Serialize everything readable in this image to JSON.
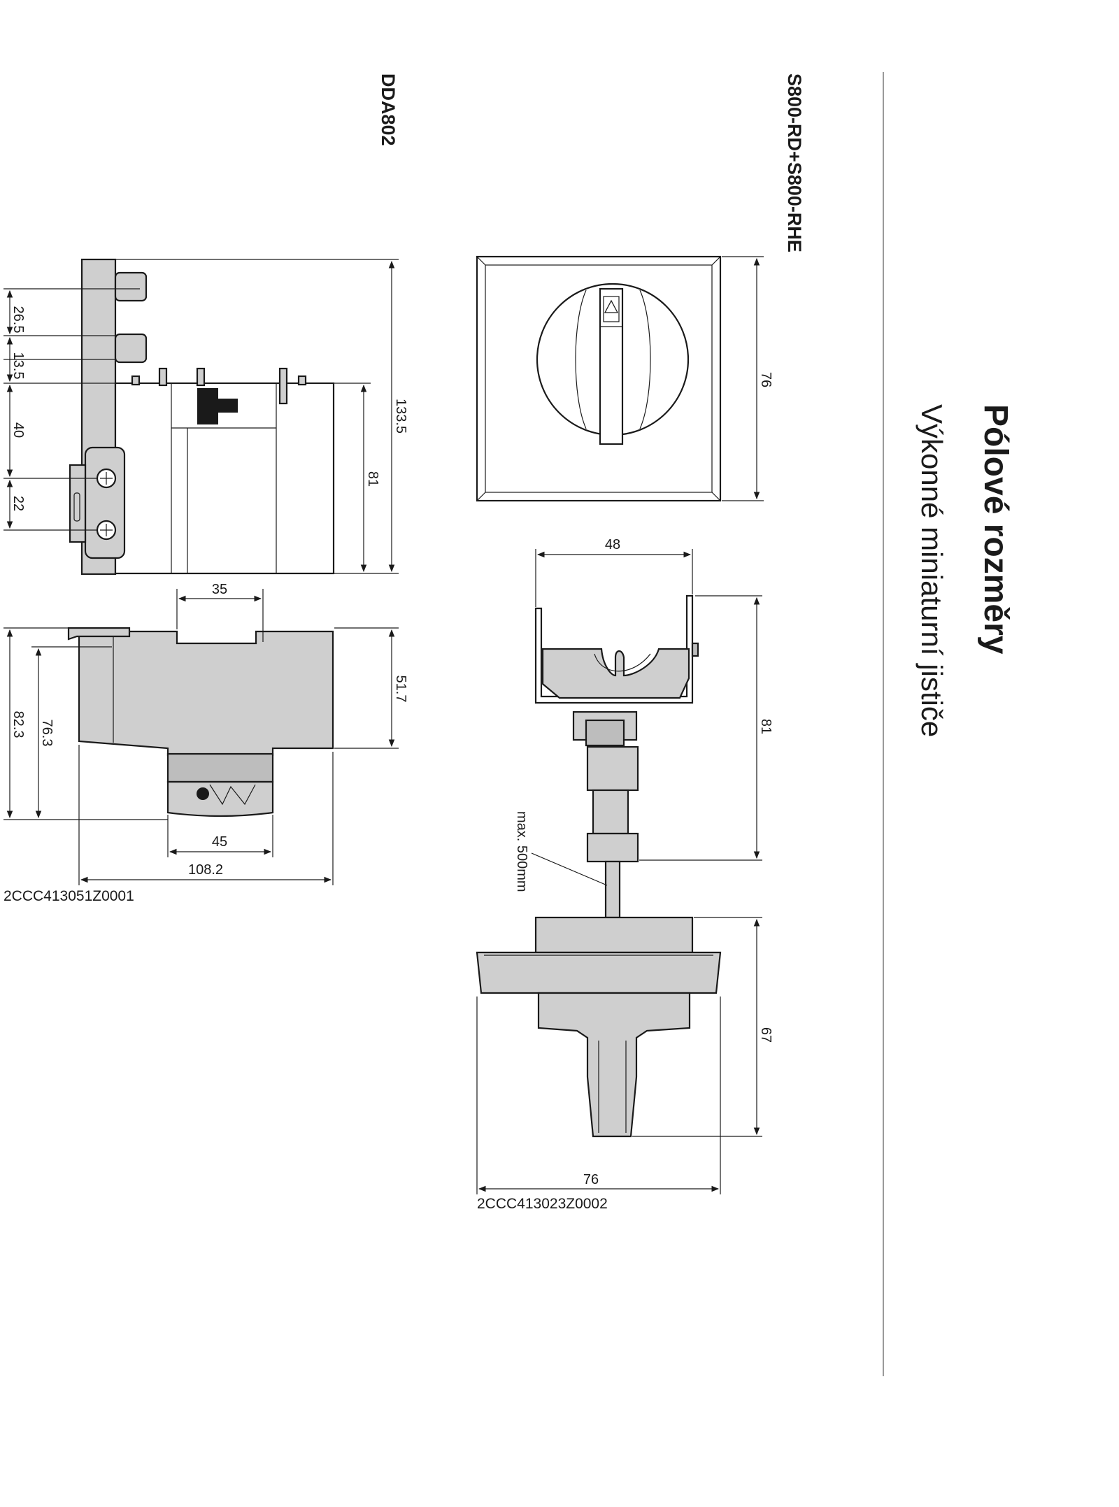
{
  "page": {
    "title": "Pólové rozměry",
    "subtitle": "Výkonné miniaturní jističe"
  },
  "drawings": {
    "s800": {
      "model": "S800-RD+S800-RHE",
      "code": "2CCC413023Z0002",
      "dims": {
        "front_height": "76",
        "handle_width": "48",
        "shaft_length": "81",
        "max_shaft": "max. 500mm",
        "knob_height": "67",
        "knob_width": "76"
      }
    },
    "dda802": {
      "model": "DDA802",
      "code": "2CCC413051Z0001",
      "dims": {
        "d26_5": "26.5",
        "d13_5": "13.5",
        "d40": "40",
        "d22": "22",
        "d133_5": "133.5",
        "d81": "81",
        "d35": "35",
        "d51_7": "51.7",
        "d82_3": "82.3",
        "d76_3": "76.3",
        "d45": "45",
        "d108_2": "108.2"
      }
    }
  }
}
